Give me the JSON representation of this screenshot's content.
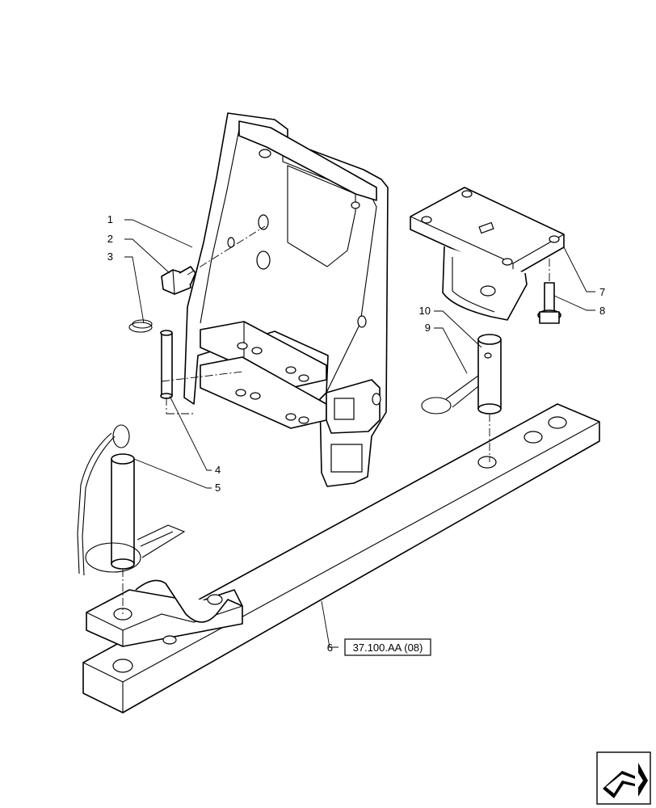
{
  "callouts": [
    {
      "id": "c1",
      "label": "1"
    },
    {
      "id": "c2",
      "label": "2"
    },
    {
      "id": "c3",
      "label": "3"
    },
    {
      "id": "c4",
      "label": "4"
    },
    {
      "id": "c5",
      "label": "5"
    },
    {
      "id": "c6",
      "label": "6"
    },
    {
      "id": "c7",
      "label": "7"
    },
    {
      "id": "c8",
      "label": "8"
    },
    {
      "id": "c9",
      "label": "9"
    },
    {
      "id": "c10",
      "label": "10"
    }
  ],
  "reference": {
    "label": "37.100.AA (08)"
  },
  "nav_icon": "arrow-navigation-icon"
}
